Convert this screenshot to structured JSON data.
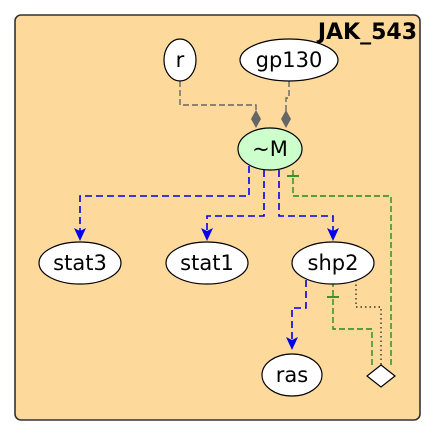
{
  "diagram": {
    "title": "JAK_543",
    "colors": {
      "panel_fill": "#fdd99b",
      "panel_stroke": "#333333",
      "complex_fill": "#ccffcc",
      "node_fill": "#ffffff",
      "binding_edge": "#666666",
      "activation_edge": "#0000ee",
      "catalysis_edge": "#228b22",
      "dotted_edge": "#333333"
    },
    "nodes": {
      "r": {
        "label": "r",
        "type": "molecule"
      },
      "gp130": {
        "label": "gp130",
        "type": "molecule"
      },
      "m": {
        "label": "~M",
        "type": "complex"
      },
      "stat3": {
        "label": "stat3",
        "type": "molecule"
      },
      "stat1": {
        "label": "stat1",
        "type": "molecule"
      },
      "shp2": {
        "label": "shp2",
        "type": "molecule"
      },
      "ras": {
        "label": "ras",
        "type": "molecule"
      },
      "process": {
        "label": "",
        "type": "process-diamond"
      }
    },
    "edges": [
      {
        "from": "r",
        "to": "m",
        "kind": "binding"
      },
      {
        "from": "gp130",
        "to": "m",
        "kind": "binding"
      },
      {
        "from": "m",
        "to": "stat3",
        "kind": "activation"
      },
      {
        "from": "m",
        "to": "stat1",
        "kind": "activation"
      },
      {
        "from": "m",
        "to": "shp2",
        "kind": "activation"
      },
      {
        "from": "shp2",
        "to": "ras",
        "kind": "activation"
      },
      {
        "from": "process",
        "to": "m",
        "kind": "catalysis"
      },
      {
        "from": "process",
        "to": "shp2",
        "kind": "catalysis"
      },
      {
        "from": "shp2",
        "to": "process",
        "kind": "dotted"
      }
    ]
  }
}
